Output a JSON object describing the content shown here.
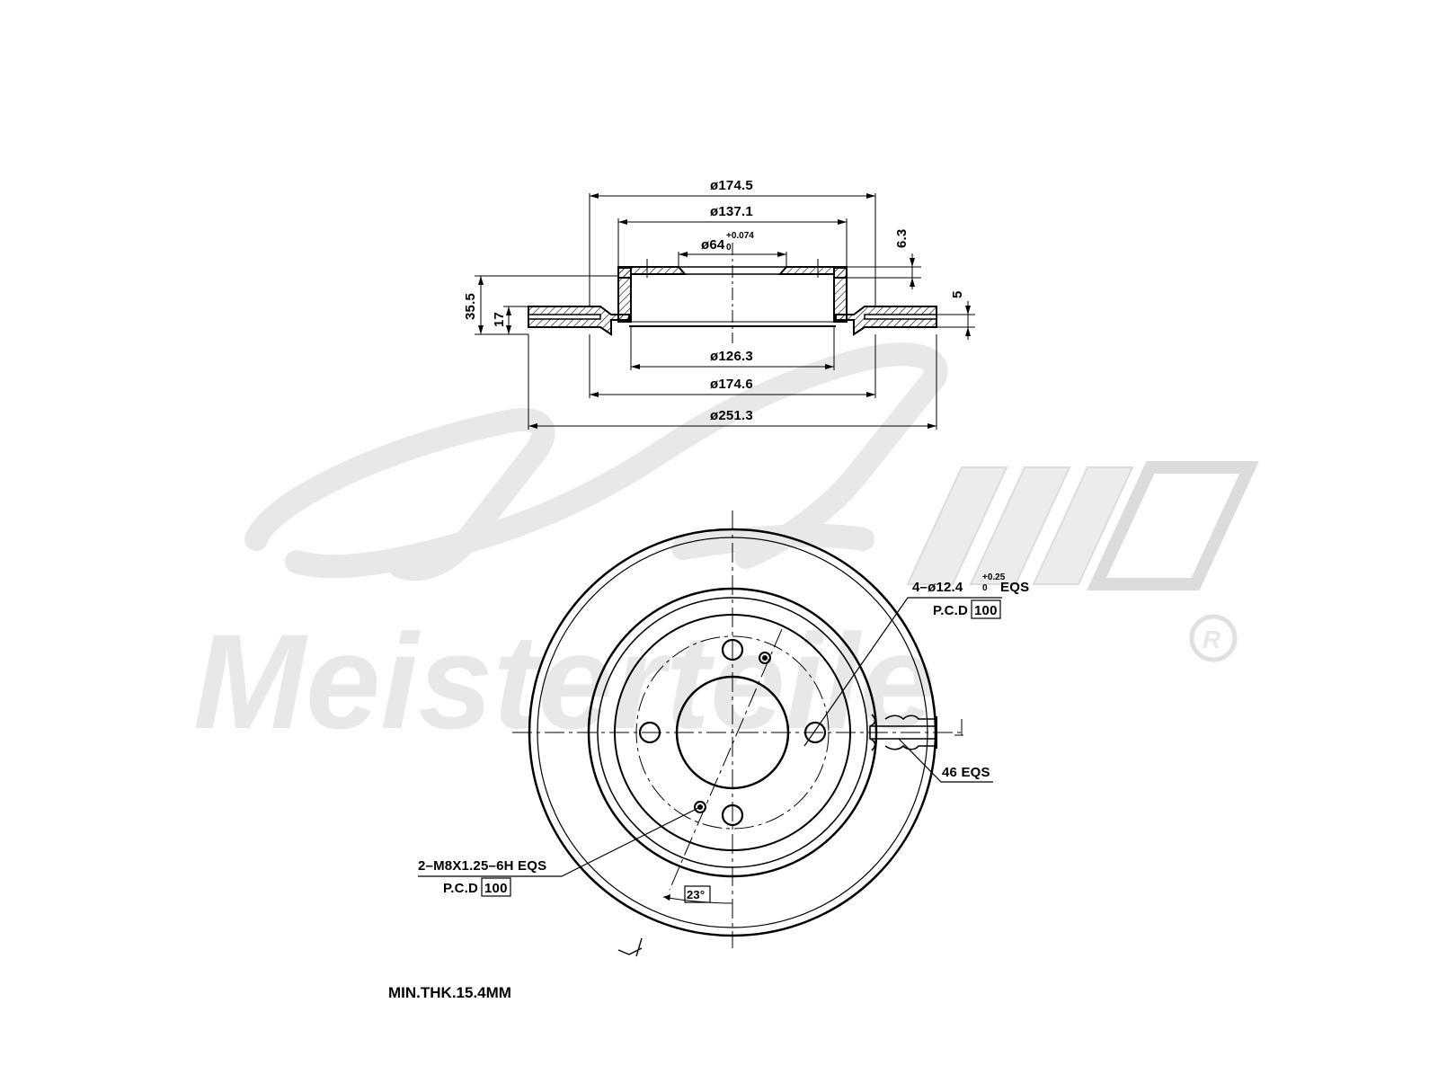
{
  "watermark": {
    "script": "A.L.",
    "word": "Meisterteile",
    "mark": "R",
    "color": "#e6e6e6"
  },
  "section_view": {
    "dims": {
      "d_outer_hat": "ø174.5",
      "d_pilot_ring": "ø137.1",
      "d_center_bore": "ø64",
      "d_center_bore_tol_upper": "+0.074",
      "d_center_bore_tol_lower": "0",
      "hat_top_thk": "6.3",
      "overall_height": "35.5",
      "disc_offset": "17",
      "braking_face_step": "5",
      "d_inner_hat": "ø126.3",
      "d_friction_inner": "ø174.6",
      "d_outer": "ø251.3"
    }
  },
  "plan_view": {
    "bolt_holes_label": "4–ø12.4",
    "bolt_holes_tol_upper": "+0.25",
    "bolt_holes_tol_lower": "0",
    "bolt_holes_suffix": "EQS",
    "bolt_pcd_prefix": "P.C.D",
    "bolt_pcd_value": "100",
    "thread_holes_label": "2–M8X1.25–6H EQS",
    "thread_pcd_prefix": "P.C.D",
    "thread_pcd_value": "100",
    "vents_label": "46 EQS",
    "angle_label": "23°"
  },
  "footer_note": "MIN.THK.15.4MM",
  "line_color": "#000000"
}
